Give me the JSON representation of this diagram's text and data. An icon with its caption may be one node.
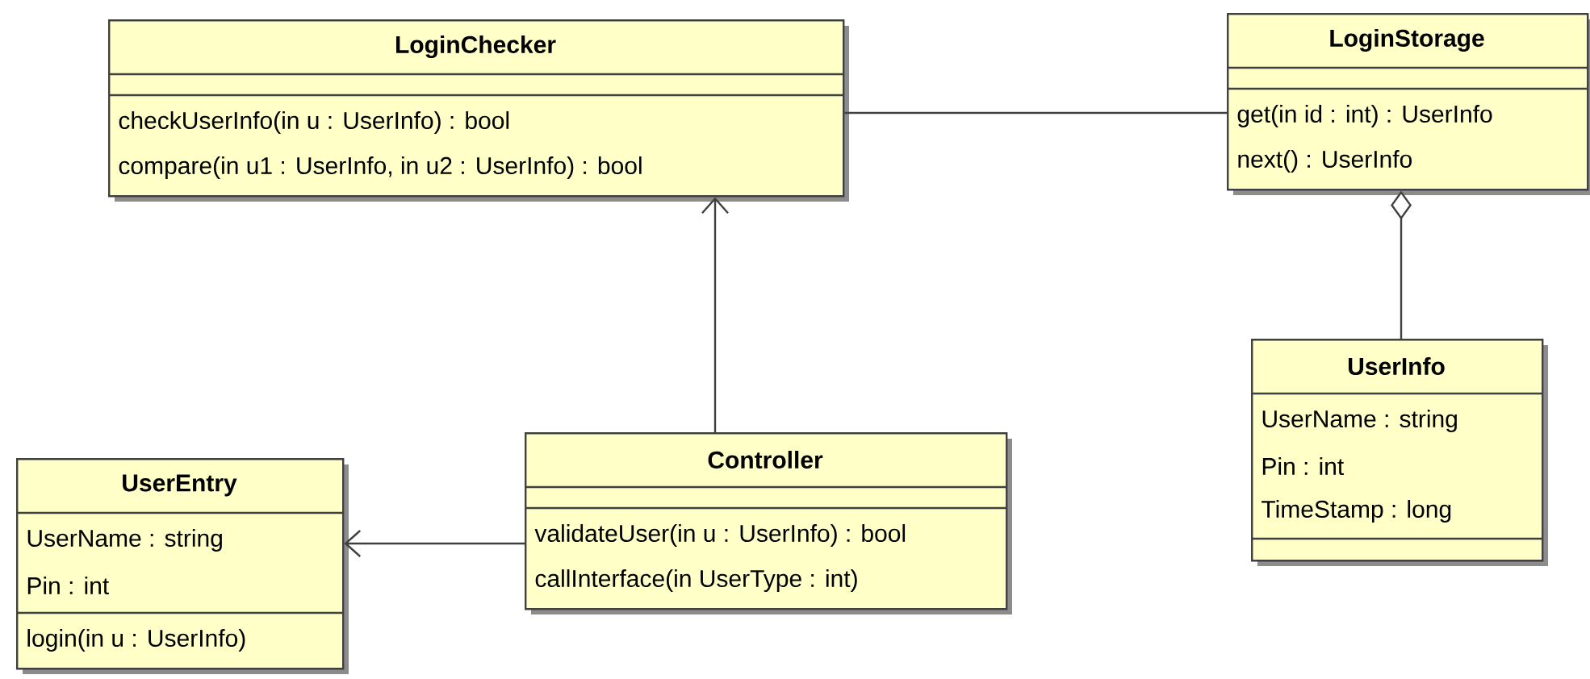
{
  "diagram": {
    "nodes": [
      {
        "text": [
          "LoginChecker",
          "checkUserInfo(in u : UserInfo) : bool",
          "compare(in u1 : UserInfo, in u2 : UserInfo) : bool"
        ]
      },
      {
        "text": [
          "LoginStorage",
          "get(in id : int) : UserInfo",
          "next() : UserInfo"
        ]
      },
      {
        "text": [
          "UserInfo",
          "UserName : string",
          "Pin : int",
          "TimeStamp : long"
        ]
      },
      {
        "text": [
          "Controller",
          "validateUser(in u : UserInfo) : bool",
          "callInterface(in UserType : int)"
        ]
      },
      {
        "text": [
          "UserEntry",
          "UserName : string",
          "Pin : int",
          "login(in u : UserInfo)"
        ]
      }
    ],
    "edges": [
      {
        "from": 0,
        "to": 1,
        "arrow": "none"
      },
      {
        "from": 3,
        "to": 0,
        "arrow": "to"
      },
      {
        "from": 3,
        "to": 4,
        "arrow": "to"
      },
      {
        "from": 2,
        "to": 1,
        "arrow": "other"
      }
    ]
  }
}
